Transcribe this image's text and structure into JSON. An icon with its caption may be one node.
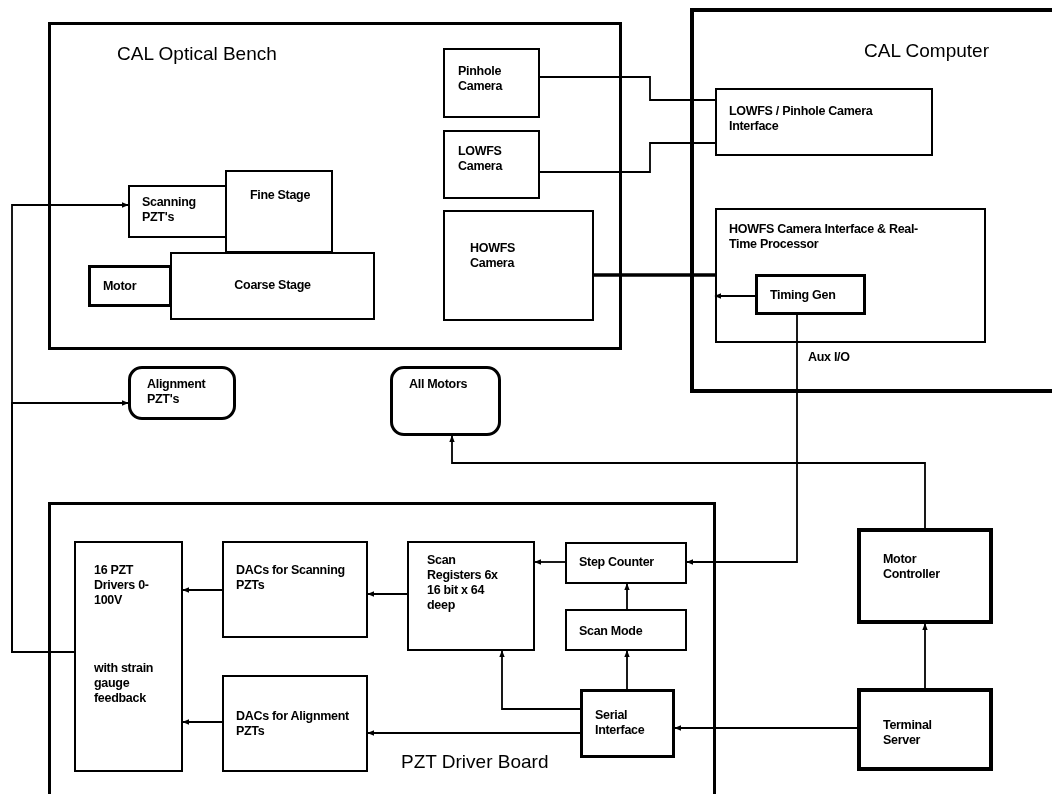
{
  "diagram": {
    "nodes": [
      {
        "text": [
          "CAL Optical Bench"
        ]
      },
      {
        "text": [
          "Scanning PZT's"
        ],
        "in": 0
      },
      {
        "text": [
          "Fine Stage"
        ],
        "in": 0
      },
      {
        "text": [
          "Motor"
        ],
        "in": 0
      },
      {
        "text": [
          "Coarse Stage"
        ],
        "in": 0
      },
      {
        "text": [
          "Pinhole Camera"
        ],
        "in": 0
      },
      {
        "text": [
          "LOWFS Camera"
        ],
        "in": 0
      },
      {
        "text": [
          "HOWFS Camera"
        ],
        "in": 0
      },
      {
        "text": [
          "CAL Computer"
        ]
      },
      {
        "text": [
          "LOWFS / Pinhole Camera Interface"
        ],
        "in": 8
      },
      {
        "text": [
          "HOWFS Camera Interface & Real-Time Processor"
        ],
        "in": 8
      },
      {
        "text": [
          "Timing Gen"
        ],
        "in": 10
      },
      {
        "text": [
          "Alignment PZT's"
        ]
      },
      {
        "text": [
          "All Motors"
        ]
      },
      {
        "text": [
          "PZT Driver Board"
        ]
      },
      {
        "text": [
          "16 PZT Drivers 0-100V",
          "with strain gauge feedback"
        ],
        "in": 14
      },
      {
        "text": [
          "DACs for Scanning PZTs"
        ],
        "in": 14
      },
      {
        "text": [
          "DACs for Alignment PZTs"
        ],
        "in": 14
      },
      {
        "text": [
          "Scan Registers 6x 16 bit x 64 deep"
        ],
        "in": 14
      },
      {
        "text": [
          "Step Counter"
        ],
        "in": 14
      },
      {
        "text": [
          "Scan Mode"
        ],
        "in": 14
      },
      {
        "text": [
          "Serial Interface"
        ],
        "in": 14
      },
      {
        "text": [
          "Motor Controller"
        ]
      },
      {
        "text": [
          "Terminal Server"
        ]
      }
    ],
    "edges": [
      {
        "from": 15,
        "to": 1,
        "arrow": "to"
      },
      {
        "from": 15,
        "to": 12,
        "arrow": "to"
      },
      {
        "from": 5,
        "to": 9,
        "arrow": "none"
      },
      {
        "from": 6,
        "to": 9,
        "arrow": "none"
      },
      {
        "from": 7,
        "to": 10,
        "arrow": "none",
        "style": "thick"
      },
      {
        "from": 11,
        "to": 10,
        "arrow": "to"
      },
      {
        "from": 11,
        "to": 19,
        "arrow": "to",
        "label": "Aux I/O"
      },
      {
        "from": 22,
        "to": 13,
        "arrow": "to"
      },
      {
        "from": 23,
        "to": 22,
        "arrow": "to"
      },
      {
        "from": 23,
        "to": 21,
        "arrow": "to"
      },
      {
        "from": 21,
        "to": 20,
        "arrow": "to"
      },
      {
        "from": 20,
        "to": 19,
        "arrow": "to"
      },
      {
        "from": 21,
        "to": 18,
        "arrow": "to"
      },
      {
        "from": 21,
        "to": 17,
        "arrow": "to"
      },
      {
        "from": 19,
        "to": 18,
        "arrow": "to"
      },
      {
        "from": 18,
        "to": 16,
        "arrow": "to"
      },
      {
        "from": 16,
        "to": 15,
        "arrow": "to"
      },
      {
        "from": 17,
        "to": 15,
        "arrow": "to"
      }
    ]
  }
}
